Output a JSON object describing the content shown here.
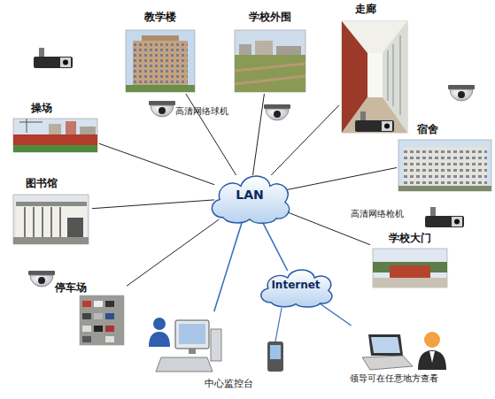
{
  "diagram": {
    "nodes": [
      {
        "text": [
          "教学楼"
        ]
      },
      {
        "text": [
          "学校外围"
        ]
      },
      {
        "text": [
          "走廊"
        ]
      },
      {
        "text": [
          "操场"
        ]
      },
      {
        "text": [
          "宿舍"
        ]
      },
      {
        "text": [
          "LAN"
        ]
      },
      {
        "text": [
          "图书馆"
        ]
      },
      {
        "text": [
          "学校大门"
        ]
      },
      {
        "text": [
          "Internet"
        ]
      },
      {
        "text": [
          "停车场"
        ]
      },
      {
        "text": [
          "中心监控台"
        ]
      },
      {
        "text": [
          "领导可在任意地方查看"
        ]
      }
    ],
    "edges": [
      {
        "from": 5,
        "to": 3,
        "arrow": "none"
      },
      {
        "from": 5,
        "to": 0,
        "arrow": "none"
      },
      {
        "from": 5,
        "to": 1,
        "arrow": "none"
      },
      {
        "from": 5,
        "to": 2,
        "arrow": "none"
      },
      {
        "from": 5,
        "to": 4,
        "arrow": "none"
      },
      {
        "from": 5,
        "to": 6,
        "arrow": "none"
      },
      {
        "from": 5,
        "to": 7,
        "arrow": "none"
      },
      {
        "from": 5,
        "to": 9,
        "arrow": "none"
      },
      {
        "from": 5,
        "to": 10,
        "arrow": "none"
      },
      {
        "from": 5,
        "to": 8,
        "arrow": "none"
      },
      {
        "from": 8,
        "to": 11,
        "arrow": "none"
      }
    ],
    "labels": [
      "高清网络球机",
      "高清网络枪机"
    ]
  }
}
